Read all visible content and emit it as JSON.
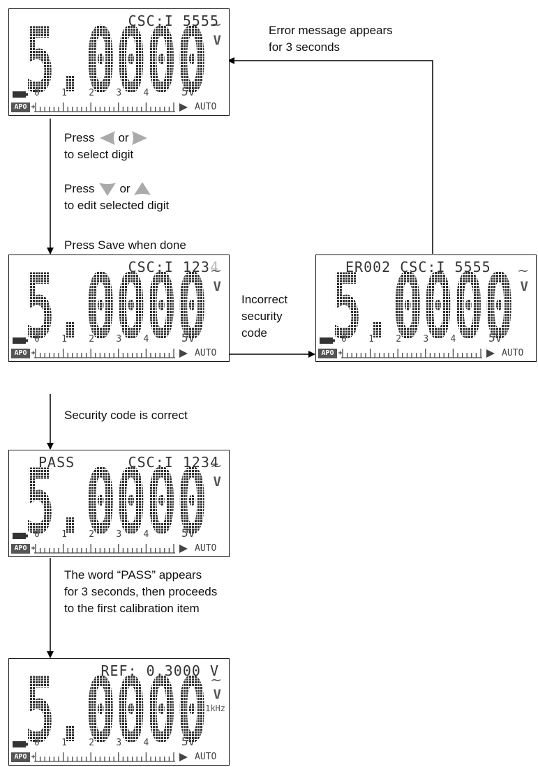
{
  "displays": {
    "start": {
      "top_left": "",
      "top_right": "CSC:I 5555",
      "value": "5.0000",
      "unit": "V",
      "freq": ""
    },
    "edit": {
      "top_left": "",
      "top_right_main": "CSC:I 123",
      "top_right_dim": "4",
      "value": "5.0000",
      "unit": "V",
      "freq": ""
    },
    "error": {
      "top_left": "",
      "top_right": "ER002 CSC:I 5555",
      "value": "5.0000",
      "unit": "V",
      "freq": ""
    },
    "pass": {
      "top_left": "PASS",
      "top_right": "CSC:I 1234",
      "value": "5.0000",
      "unit": "V",
      "freq": ""
    },
    "calibration": {
      "top_left": "",
      "top_right": "REF: 0.3000 V",
      "value": "5.0000",
      "unit": "V",
      "freq": "1kHz"
    }
  },
  "common": {
    "ac_symbol": "~",
    "scale_labels": "0    1    2    3    4",
    "range_label": "5V",
    "apo_label": "APO",
    "auto_label": "AUTO"
  },
  "annotations": {
    "error_message_line1": "Error message appears",
    "error_message_line2": "for 3 seconds",
    "press_1": "Press",
    "or_1": "or",
    "select_digit": "to select digit",
    "press_2": "Press",
    "or_2": "or",
    "edit_digit": "to edit selected digit",
    "press_save": "Press Save when done",
    "incorrect_line1": "Incorrect",
    "incorrect_line2": "security",
    "incorrect_line3": "code",
    "code_correct": "Security code is correct",
    "pass_line1": "The word “PASS” appears",
    "pass_line2": "for 3 seconds, then proceeds",
    "pass_line3": "to the first calibration item"
  },
  "icons": [
    "left-arrow-key-icon",
    "right-arrow-key-icon",
    "down-arrow-key-icon",
    "up-arrow-key-icon",
    "battery-icon",
    "ac-wave-icon"
  ]
}
